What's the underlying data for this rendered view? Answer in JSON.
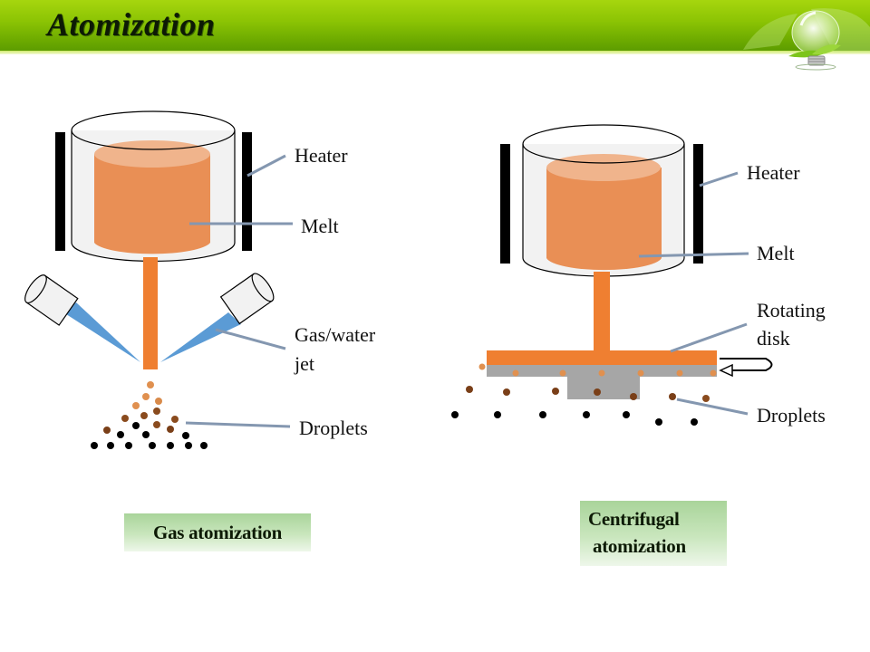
{
  "slide": {
    "title": "Atomization",
    "colors": {
      "header_green": "#8cc404",
      "melt_orange": "#e98f55",
      "stream_orange": "#ef7f31",
      "jet_blue": "#5b9bd5",
      "leader_gray": "#8497b0",
      "disk_gray": "#a6a6a6",
      "caption_green": "#b7dca8"
    }
  },
  "gas_atomization": {
    "labels": {
      "heater": "Heater",
      "melt": "Melt",
      "jet_line1": "Gas/water",
      "jet_line2": "jet",
      "droplets": "Droplets"
    },
    "caption": "Gas atomization"
  },
  "centrifugal_atomization": {
    "labels": {
      "heater": "Heater",
      "melt": "Melt",
      "disk_line1": "Rotating",
      "disk_line2": "disk",
      "droplets": "Droplets"
    },
    "caption_line1": "Centrifugal",
    "caption_line2": "atomization"
  },
  "logo": {
    "icon": "lightbulb-leaf-icon"
  }
}
